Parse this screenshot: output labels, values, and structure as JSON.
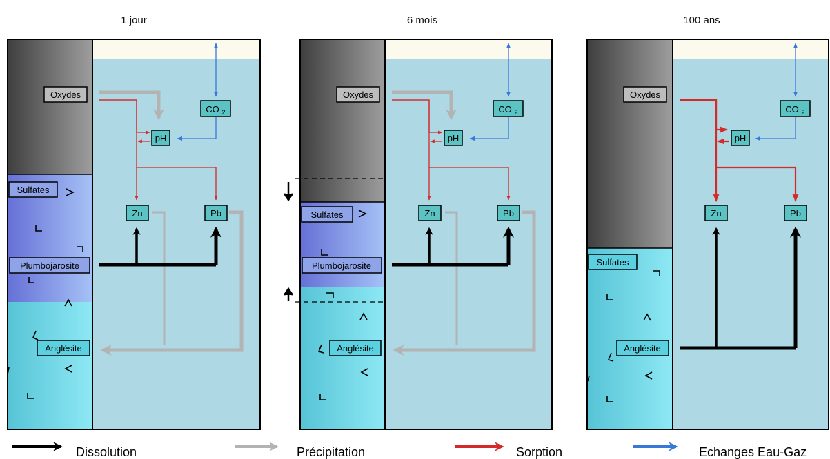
{
  "panels": [
    {
      "title": "1 jour",
      "oxydes_label": "Oxydes",
      "co2_label": "CO",
      "co2_sub": "2",
      "ph_label": "pH",
      "sulfates_label": "Sulfates",
      "plumbojarosite_label": "Plumbojarosite",
      "anglesite_label": "Anglésite",
      "zn_label": "Zn",
      "pb_label": "Pb"
    },
    {
      "title": "6 mois",
      "oxydes_label": "Oxydes",
      "co2_label": "CO",
      "co2_sub": "2",
      "ph_label": "pH",
      "sulfates_label": "Sulfates",
      "plumbojarosite_label": "Plumbojarosite",
      "anglesite_label": "Anglésite",
      "zn_label": "Zn",
      "pb_label": "Pb"
    },
    {
      "title": "100 ans",
      "oxydes_label": "Oxydes",
      "co2_label": "CO",
      "co2_sub": "2",
      "ph_label": "pH",
      "sulfates_label": "Sulfates",
      "anglesite_label": "Anglésite",
      "zn_label": "Zn",
      "pb_label": "Pb"
    }
  ],
  "legend": [
    {
      "label": "Dissolution",
      "color": "#000000"
    },
    {
      "label": "Précipitation",
      "color": "#b3b3b3"
    },
    {
      "label": "Sorption",
      "color": "#d42a2a"
    },
    {
      "label": "Echanges Eau-Gaz",
      "color": "#3a78d8"
    }
  ],
  "colors": {
    "water": "#add8e4",
    "air": "#fcfaec",
    "dissolution": "#000000",
    "precipitation": "#b3b3b3",
    "sorption": "#d42a2a",
    "gas_exchange": "#3a78d8"
  }
}
